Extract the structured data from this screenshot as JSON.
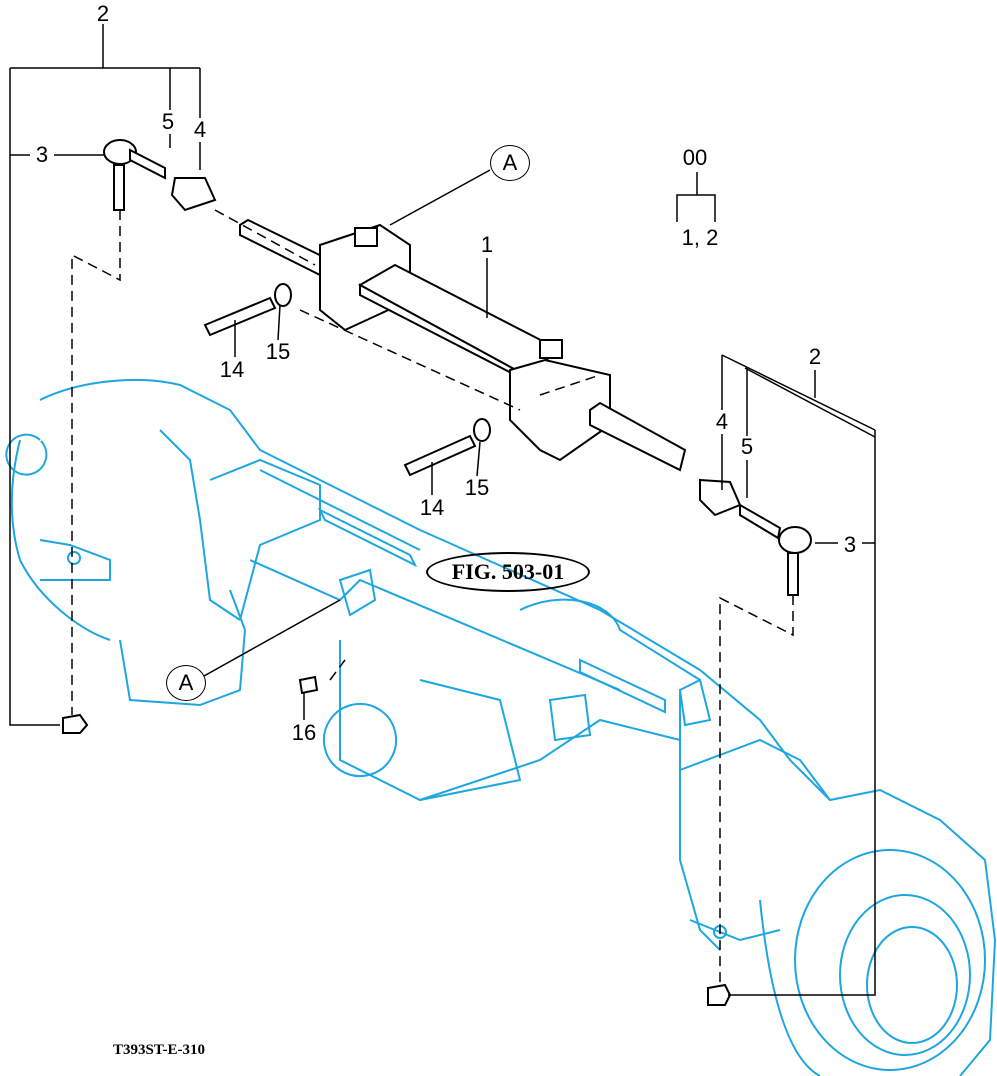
{
  "figure_code": "T393ST-E-310",
  "figure_reference": "FIG. 503-01",
  "view_marker": "A",
  "assembly_tree": {
    "parent": "00",
    "children": "1,  2"
  },
  "callouts": {
    "left_2": "2",
    "left_5": "5",
    "left_4": "4",
    "left_3": "3",
    "cyl_1": "1",
    "left_14": "14",
    "left_15": "15",
    "right_2": "2",
    "right_4": "4",
    "right_5": "5",
    "right_3": "3",
    "right_14": "14",
    "right_15": "15",
    "part_16": "16"
  },
  "colors": {
    "axle": "#1ea6e0",
    "lines": "#000000"
  }
}
